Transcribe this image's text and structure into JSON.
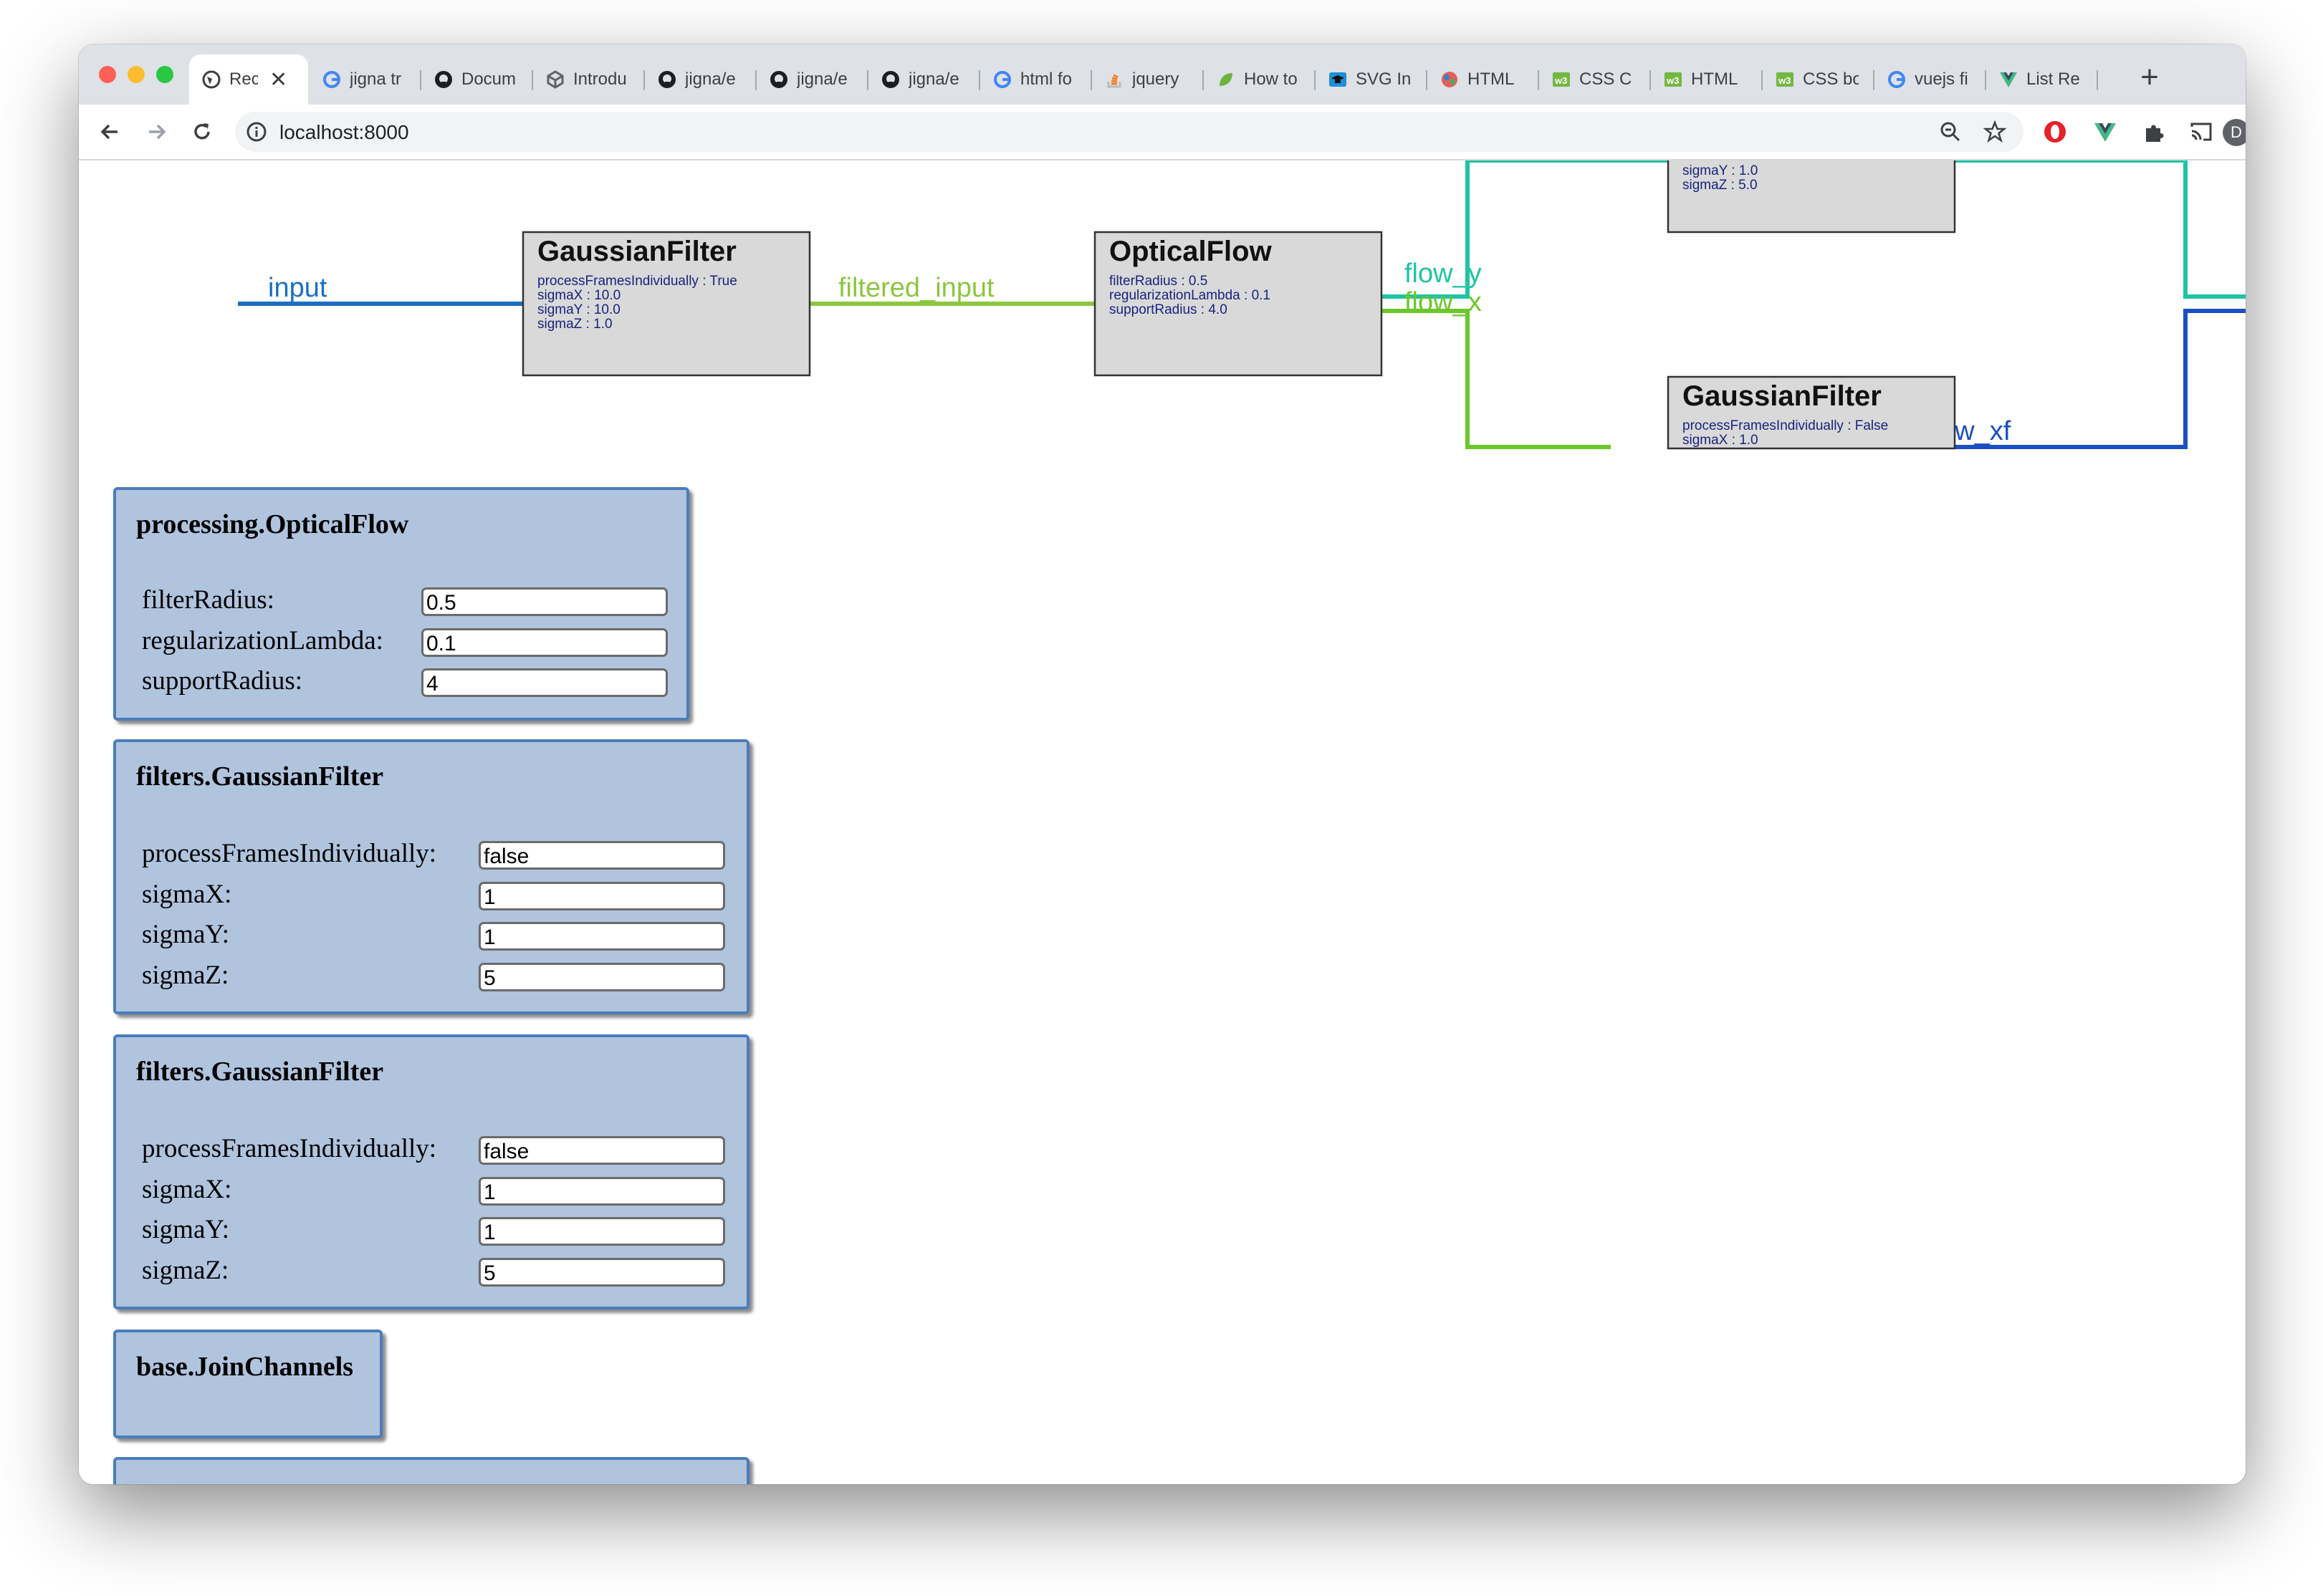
{
  "browser": {
    "tabs": [
      {
        "title": "Rec",
        "icon": "globe-icon",
        "active": true
      },
      {
        "title": "jigna tr",
        "icon": "google-icon"
      },
      {
        "title": "Docum",
        "icon": "github-icon"
      },
      {
        "title": "Introdu",
        "icon": "cube-icon"
      },
      {
        "title": "jigna/e",
        "icon": "github-icon"
      },
      {
        "title": "jigna/e",
        "icon": "github-icon"
      },
      {
        "title": "jigna/e",
        "icon": "github-icon"
      },
      {
        "title": "html fo",
        "icon": "google-icon"
      },
      {
        "title": "jquery",
        "icon": "stackoverflow-icon"
      },
      {
        "title": "How to",
        "icon": "leaf-icon"
      },
      {
        "title": "SVG In",
        "icon": "grad-cap-icon"
      },
      {
        "title": "HTML",
        "icon": "html-globe-icon"
      },
      {
        "title": "CSS C",
        "icon": "w3-icon"
      },
      {
        "title": "HTML",
        "icon": "w3-icon"
      },
      {
        "title": "CSS bo",
        "icon": "w3-icon"
      },
      {
        "title": "vuejs fi",
        "icon": "google-icon"
      },
      {
        "title": "List Re",
        "icon": "vue-icon"
      }
    ],
    "close_glyph": "✕",
    "new_tab_glyph": "+",
    "url": "localhost:8000",
    "avatar_letter": "D"
  },
  "graph": {
    "nodes": [
      {
        "title": "GaussianFilter",
        "params": [
          "processFramesIndividually : True",
          "sigmaX : 10.0",
          "sigmaY : 10.0",
          "sigmaZ : 1.0"
        ]
      },
      {
        "title": "OpticalFlow",
        "params": [
          "filterRadius : 0.5",
          "regularizationLambda : 0.1",
          "supportRadius : 4.0"
        ]
      },
      {
        "title": "GaussianFilter",
        "params": [
          "sigmaY : 1.0",
          "sigmaZ : 5.0"
        ]
      },
      {
        "title": "GaussianFilter",
        "params": [
          "processFramesIndividually : False",
          "sigmaX : 1.0"
        ]
      }
    ],
    "edges": [
      {
        "label": "input",
        "color": "#1a6fc2"
      },
      {
        "label": "filtered_input",
        "color": "#8cc63f"
      },
      {
        "label": "flow_y",
        "color": "#20c4a4"
      },
      {
        "label": "flow_x",
        "color": "#6cc72b"
      },
      {
        "label": "flow_xf",
        "color": "#1c4fc2"
      }
    ]
  },
  "panels": [
    {
      "title": "processing.OpticalFlow",
      "fields": [
        {
          "label": "filterRadius:",
          "value": "0.5"
        },
        {
          "label": "regularizationLambda:",
          "value": "0.1"
        },
        {
          "label": "supportRadius:",
          "value": "4"
        }
      ]
    },
    {
      "title": "filters.GaussianFilter",
      "fields": [
        {
          "label": "processFramesIndividually:",
          "value": "false"
        },
        {
          "label": "sigmaX:",
          "value": "1"
        },
        {
          "label": "sigmaY:",
          "value": "1"
        },
        {
          "label": "sigmaZ:",
          "value": "5"
        }
      ]
    },
    {
      "title": "filters.GaussianFilter",
      "fields": [
        {
          "label": "processFramesIndividually:",
          "value": "false"
        },
        {
          "label": "sigmaX:",
          "value": "1"
        },
        {
          "label": "sigmaY:",
          "value": "1"
        },
        {
          "label": "sigmaZ:",
          "value": "5"
        }
      ]
    },
    {
      "title": "base.JoinChannels",
      "fields": []
    }
  ],
  "colors": {
    "panel_bg": "#b0c4de",
    "panel_border": "#4a7dbb",
    "node_fill": "#d9d9d9",
    "param_text": "#1a237e"
  }
}
